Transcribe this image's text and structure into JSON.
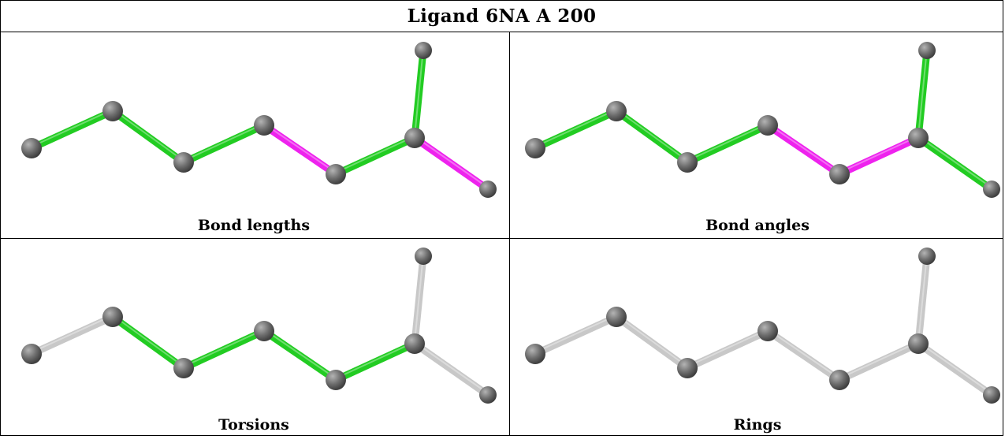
{
  "title": "Ligand 6NA A 200",
  "colors": {
    "green": "#22cc22",
    "magenta": "#ee22ee",
    "grey": "#c8c8c8",
    "atom": "#6e6e6e"
  },
  "panels": [
    {
      "label": "Bond lengths",
      "bond_colors": [
        "green",
        "green",
        "green",
        "magenta",
        "green",
        "magenta",
        "green"
      ]
    },
    {
      "label": "Bond angles",
      "bond_colors": [
        "green",
        "green",
        "green",
        "magenta",
        "magenta",
        "green",
        "green"
      ]
    },
    {
      "label": "Torsions",
      "bond_colors": [
        "grey",
        "green",
        "green",
        "green",
        "green",
        "grey",
        "grey"
      ]
    },
    {
      "label": "Rings",
      "bond_colors": [
        "grey",
        "grey",
        "grey",
        "grey",
        "grey",
        "grey",
        "grey"
      ]
    }
  ]
}
